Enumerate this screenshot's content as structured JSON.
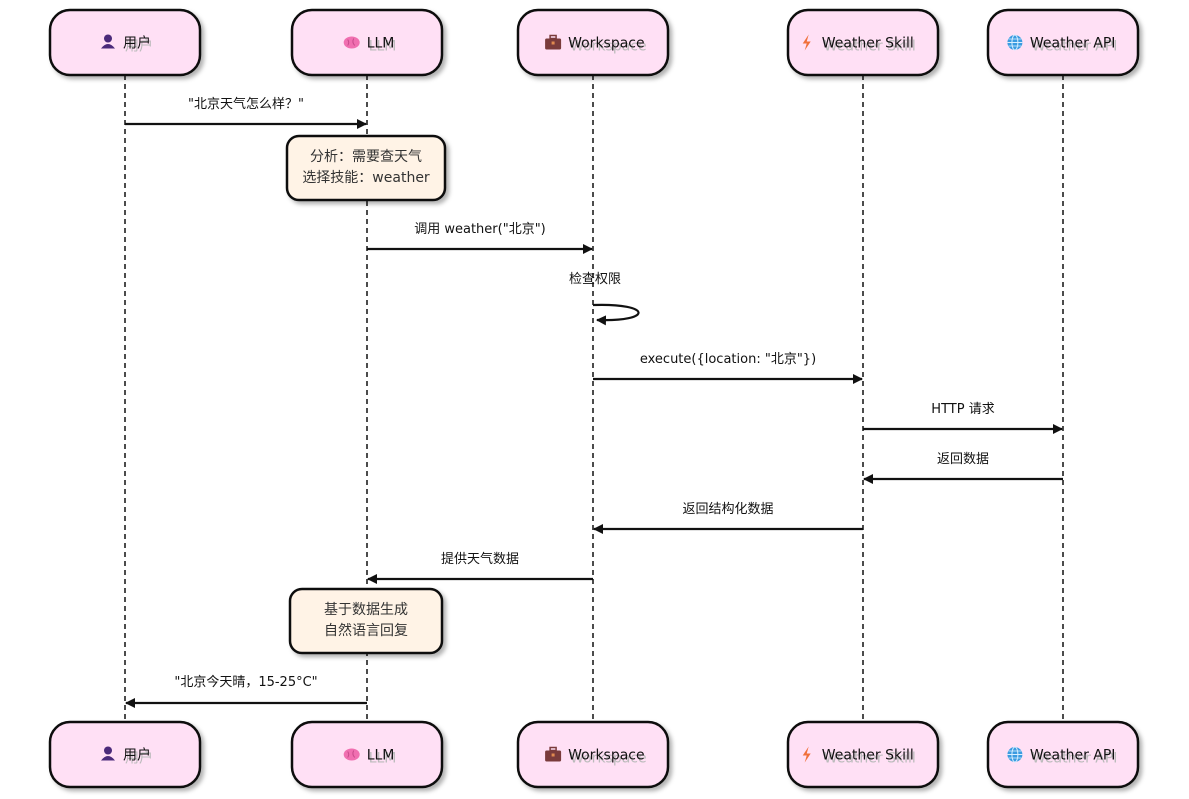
{
  "participants": [
    {
      "id": "user",
      "label": "用户",
      "icon": "user-icon",
      "icon_color": "#4b2a7a"
    },
    {
      "id": "llm",
      "label": "LLM",
      "icon": "brain-icon",
      "icon_color": "#f06fb0"
    },
    {
      "id": "workspace",
      "label": "Workspace",
      "icon": "briefcase-icon",
      "icon_color": "#7a3b3b"
    },
    {
      "id": "skill",
      "label": "Weather Skill",
      "icon": "lightning-icon",
      "icon_color": "#f0703a"
    },
    {
      "id": "api",
      "label": "Weather API",
      "icon": "globe-icon",
      "icon_color": "#3a9be0"
    }
  ],
  "messages": [
    {
      "from": "user",
      "to": "llm",
      "label": "\"北京天气怎么样？\""
    },
    {
      "from": "llm",
      "to": "workspace",
      "label": "调用 weather(\"北京\")"
    },
    {
      "from": "workspace",
      "to": "workspace",
      "label": "检查权限"
    },
    {
      "from": "workspace",
      "to": "skill",
      "label": "execute({location: \"北京\"})"
    },
    {
      "from": "skill",
      "to": "api",
      "label": "HTTP 请求"
    },
    {
      "from": "api",
      "to": "skill",
      "label": "返回数据"
    },
    {
      "from": "skill",
      "to": "workspace",
      "label": "返回结构化数据"
    },
    {
      "from": "workspace",
      "to": "llm",
      "label": "提供天气数据"
    },
    {
      "from": "llm",
      "to": "user",
      "label": "\"北京今天晴，15-25°C\""
    }
  ],
  "notes": [
    {
      "over": "llm",
      "lines": [
        "分析：需要查天气",
        "选择技能：weather"
      ]
    },
    {
      "over": "llm",
      "lines": [
        "基于数据生成",
        "自然语言回复"
      ]
    }
  ],
  "colors": {
    "participant_fill": "#ffe0f5",
    "note_fill": "#fff3e6",
    "stroke": "#111111"
  }
}
